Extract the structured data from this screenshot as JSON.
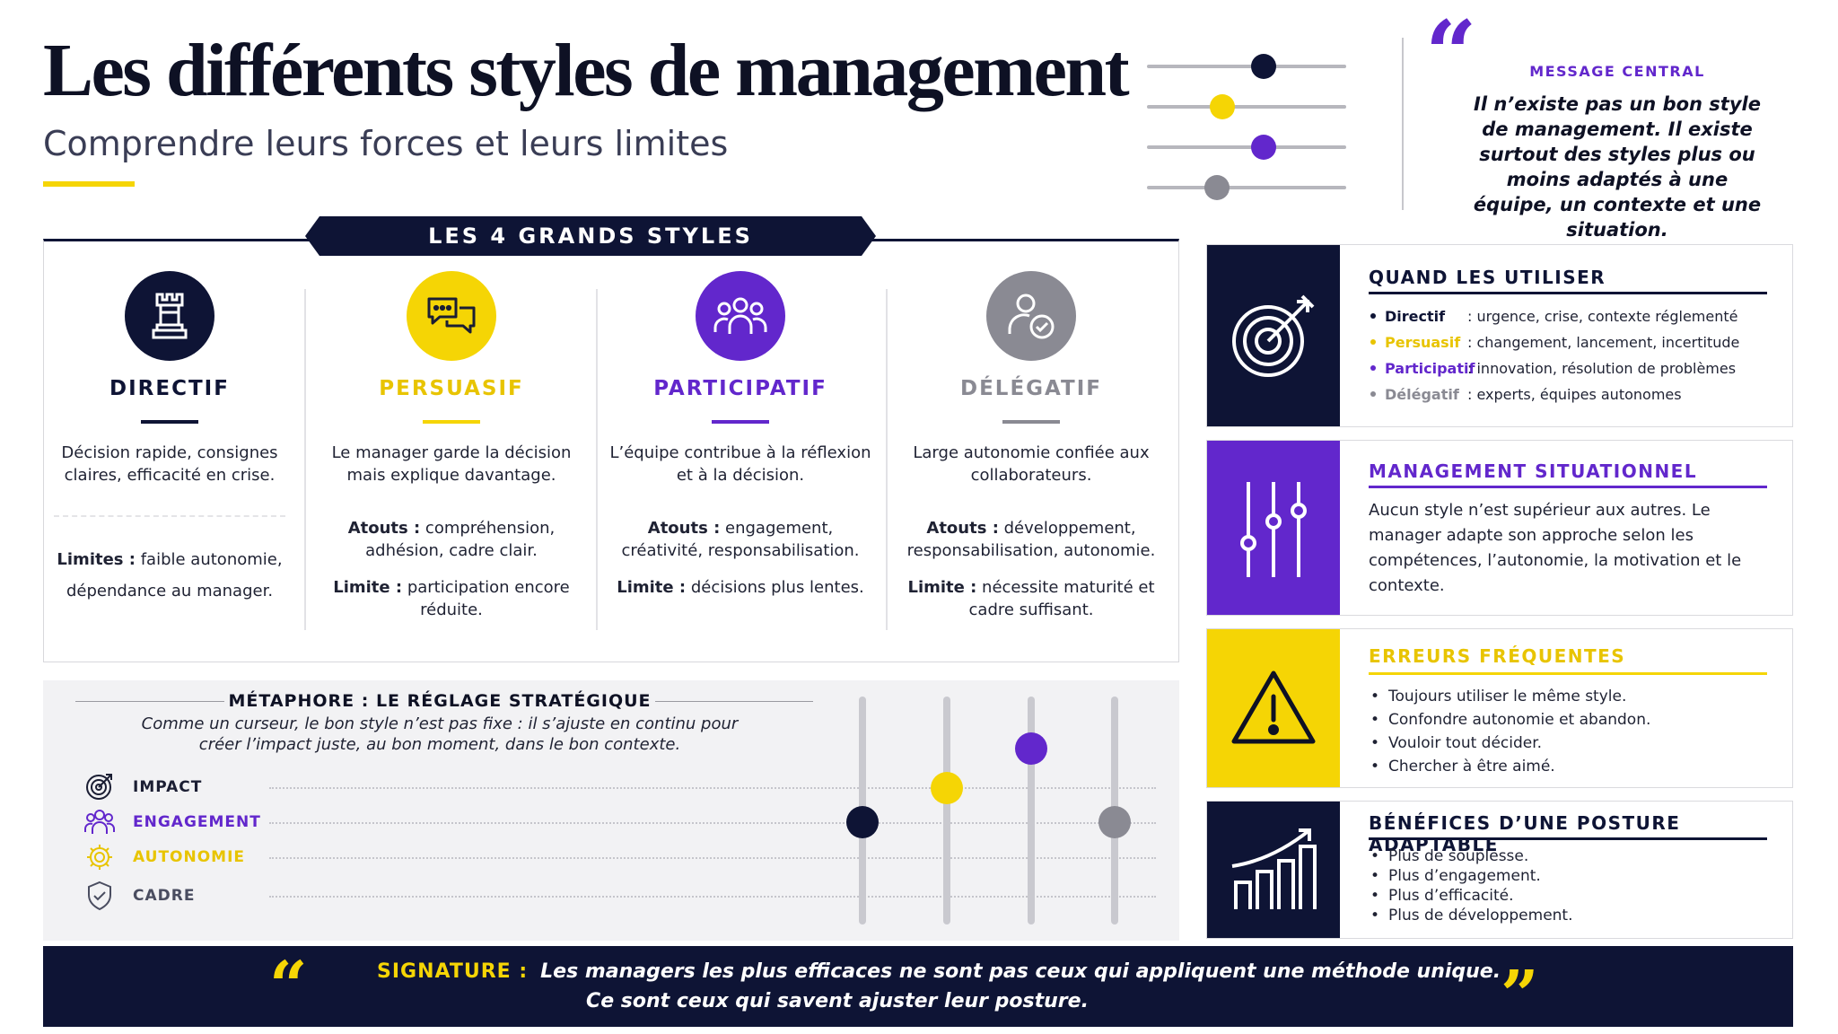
{
  "header": {
    "title": "Les différents styles de management",
    "subtitle": "Comprendre leurs forces et leurs limites"
  },
  "message": {
    "label": "MESSAGE CENTRAL",
    "text": "Il n’existe pas un bon style de management. Il existe surtout des styles plus ou moins adaptés à une équipe, un contexte et une situation."
  },
  "styles": {
    "banner": "LES 4 GRANDS STYLES",
    "items": [
      {
        "name": "DIRECTIF",
        "icon": "chess-rook-icon",
        "color": "#0e1435",
        "description": "Décision rapide, consignes claires, efficacité en crise.",
        "atouts_label": "",
        "atouts": "",
        "limite_label": "Limites :",
        "limite": "faible autonomie, dépendance au manager."
      },
      {
        "name": "PERSUASIF",
        "icon": "chat-bubbles-icon",
        "color": "#f5d505",
        "description": "Le manager garde la décision mais explique davantage.",
        "atouts_label": "Atouts :",
        "atouts": "compréhension, adhésion, cadre clair.",
        "limite_label": "Limite :",
        "limite": "participation encore réduite."
      },
      {
        "name": "PARTICIPATIF",
        "icon": "team-icon",
        "color": "#6227cc",
        "description": "L’équipe contribue à la réflexion et à la décision.",
        "atouts_label": "Atouts :",
        "atouts": "engagement, créativité, responsabilisation.",
        "limite_label": "Limite :",
        "limite": "décisions plus lentes."
      },
      {
        "name": "DÉLÉGATIF",
        "icon": "user-check-icon",
        "color": "#8a8a93",
        "description": "Large autonomie confiée aux collaborateurs.",
        "atouts_label": "Atouts :",
        "atouts": "développement, responsabilisation, autonomie.",
        "limite_label": "Limite :",
        "limite": "nécessite maturité et cadre suffisant."
      }
    ]
  },
  "metaphor": {
    "title": "MÉTAPHORE : LE RÉGLAGE STRATÉGIQUE",
    "description": "Comme un curseur, le bon style n’est pas fixe : il s’ajuste en continu pour créer l’impact juste, au bon moment, dans le bon contexte.",
    "rows": [
      {
        "label": "IMPACT",
        "icon": "target-icon",
        "color": "#1b1e33"
      },
      {
        "label": "ENGAGEMENT",
        "icon": "people-icon",
        "color": "#6227cc"
      },
      {
        "label": "AUTONOMIE",
        "icon": "gear-icon",
        "color": "#e8c400"
      },
      {
        "label": "CADRE",
        "icon": "shield-check-icon",
        "color": "#4a4d60"
      }
    ]
  },
  "cards": {
    "quand": {
      "title": "QUAND LES UTILISER",
      "rows": [
        {
          "name": "Directif",
          "color": "#0e1435",
          "text": ": urgence, crise, contexte réglementé"
        },
        {
          "name": "Persuasif",
          "color": "#e8c400",
          "text": ": changement, lancement, incertitude"
        },
        {
          "name": "Participatif",
          "color": "#6227cc",
          "text": ": innovation, résolution de problèmes"
        },
        {
          "name": "Délégatif",
          "color": "#8a8a93",
          "text": ": experts, équipes autonomes"
        }
      ]
    },
    "situationnel": {
      "title": "MANAGEMENT SITUATIONNEL",
      "text": "Aucun style n’est supérieur aux autres. Le manager adapte son approche selon les compétences, l’autonomie, la motivation et le contexte."
    },
    "erreurs": {
      "title": "ERREURS FRÉQUENTES",
      "items": [
        "Toujours utiliser le même style.",
        "Confondre autonomie et abandon.",
        "Vouloir tout décider.",
        "Chercher à être aimé."
      ]
    },
    "benefices": {
      "title": "BÉNÉFICES D’UNE POSTURE ADAPTABLE",
      "items": [
        "Plus de souplesse.",
        "Plus d’engagement.",
        "Plus d’efficacité.",
        "Plus de développement."
      ]
    }
  },
  "footer": {
    "signature": "SIGNATURE :",
    "line1": "Les managers les plus efficaces ne sont pas ceux qui appliquent une méthode unique.",
    "line2": "Ce sont ceux qui savent ajuster leur posture."
  }
}
